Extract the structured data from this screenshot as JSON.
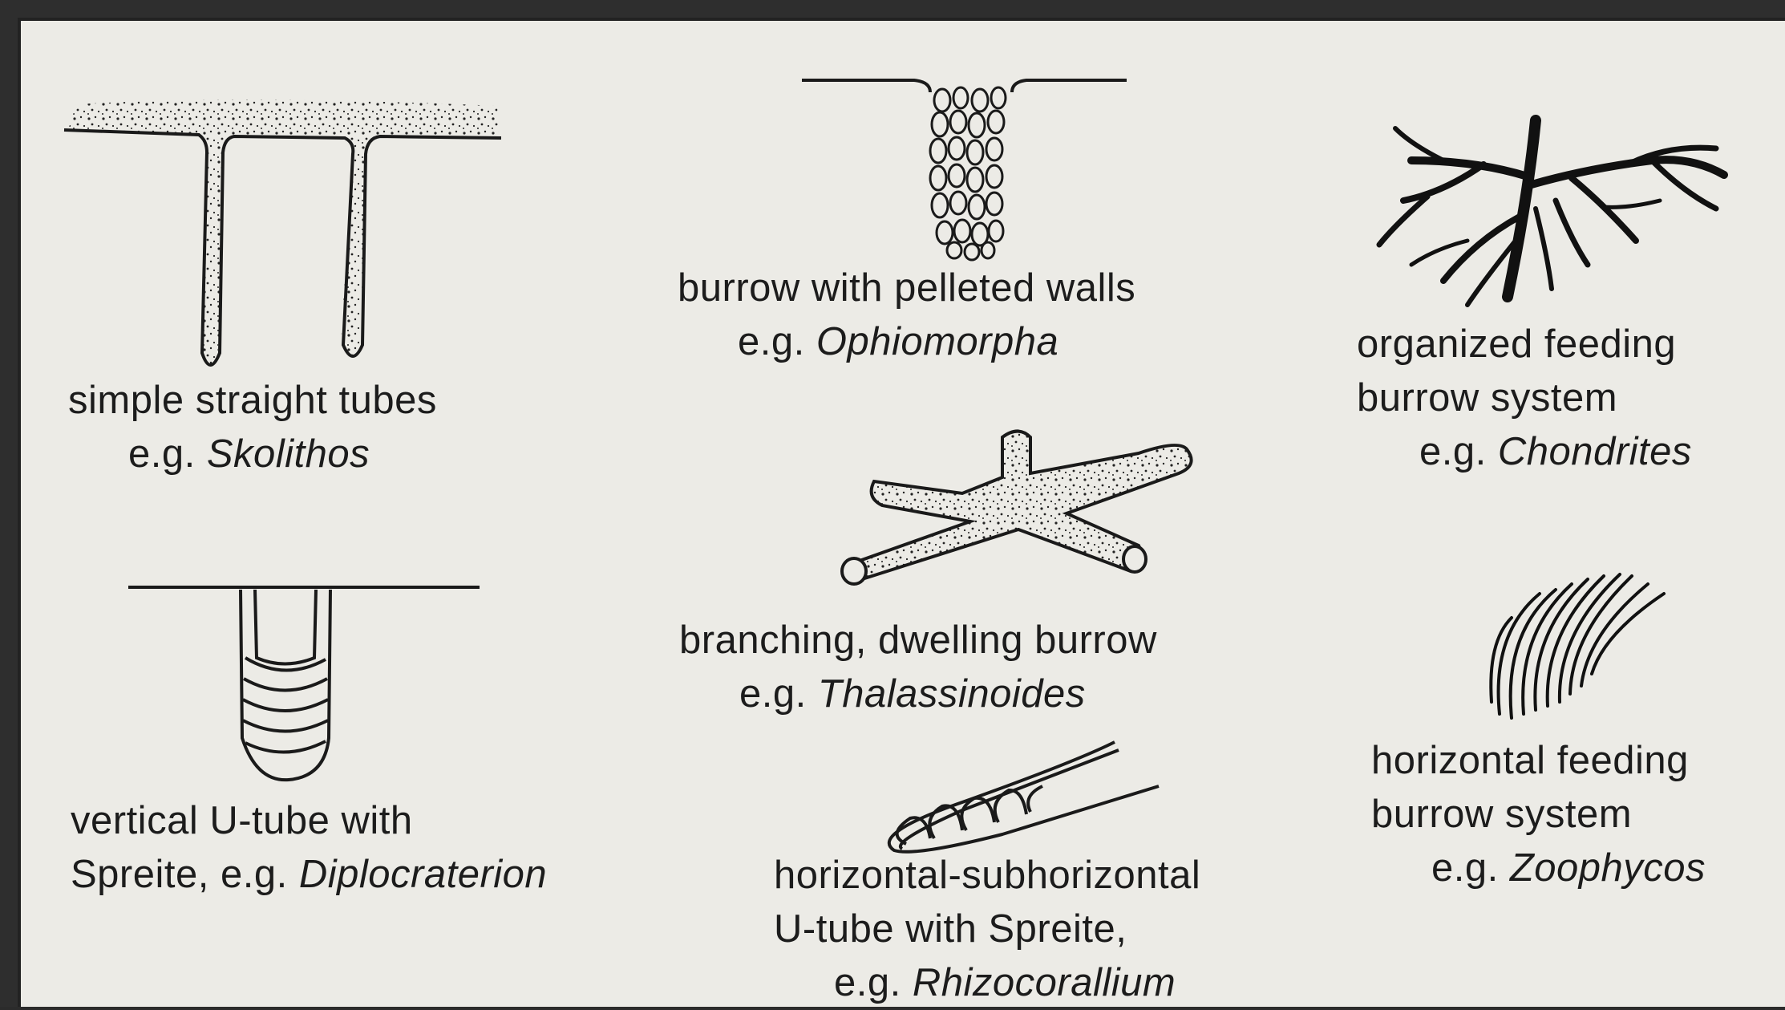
{
  "captions": {
    "skolithos": {
      "line1": "simple straight tubes",
      "eg": "e.g.",
      "genus": "Skolithos"
    },
    "ophiomorpha": {
      "line1": "burrow with pelleted walls",
      "eg": "e.g.",
      "genus": "Ophiomorpha"
    },
    "chondrites": {
      "line1": "organized feeding",
      "line2": "burrow system",
      "eg": "e.g.",
      "genus": "Chondrites"
    },
    "thalassinoides": {
      "line1": "branching, dwelling burrow",
      "eg": "e.g.",
      "genus": "Thalassinoides"
    },
    "diplocraterion": {
      "line1": "vertical U-tube with",
      "line2_prefix": "Spreite, e.g.",
      "genus": "Diplocraterion"
    },
    "zoophycos": {
      "line1": "horizontal feeding",
      "line2": "burrow system",
      "eg": "e.g.",
      "genus": "Zoophycos"
    },
    "rhizocorallium": {
      "line1": "horizontal-subhorizontal",
      "line2": "U-tube with Spreite,",
      "eg": "e.g.",
      "genus": "Rhizocorallium"
    }
  },
  "colors": {
    "frame": "#2e2e2e",
    "paper": "#ecebe6",
    "ink": "#1c1c1c"
  }
}
